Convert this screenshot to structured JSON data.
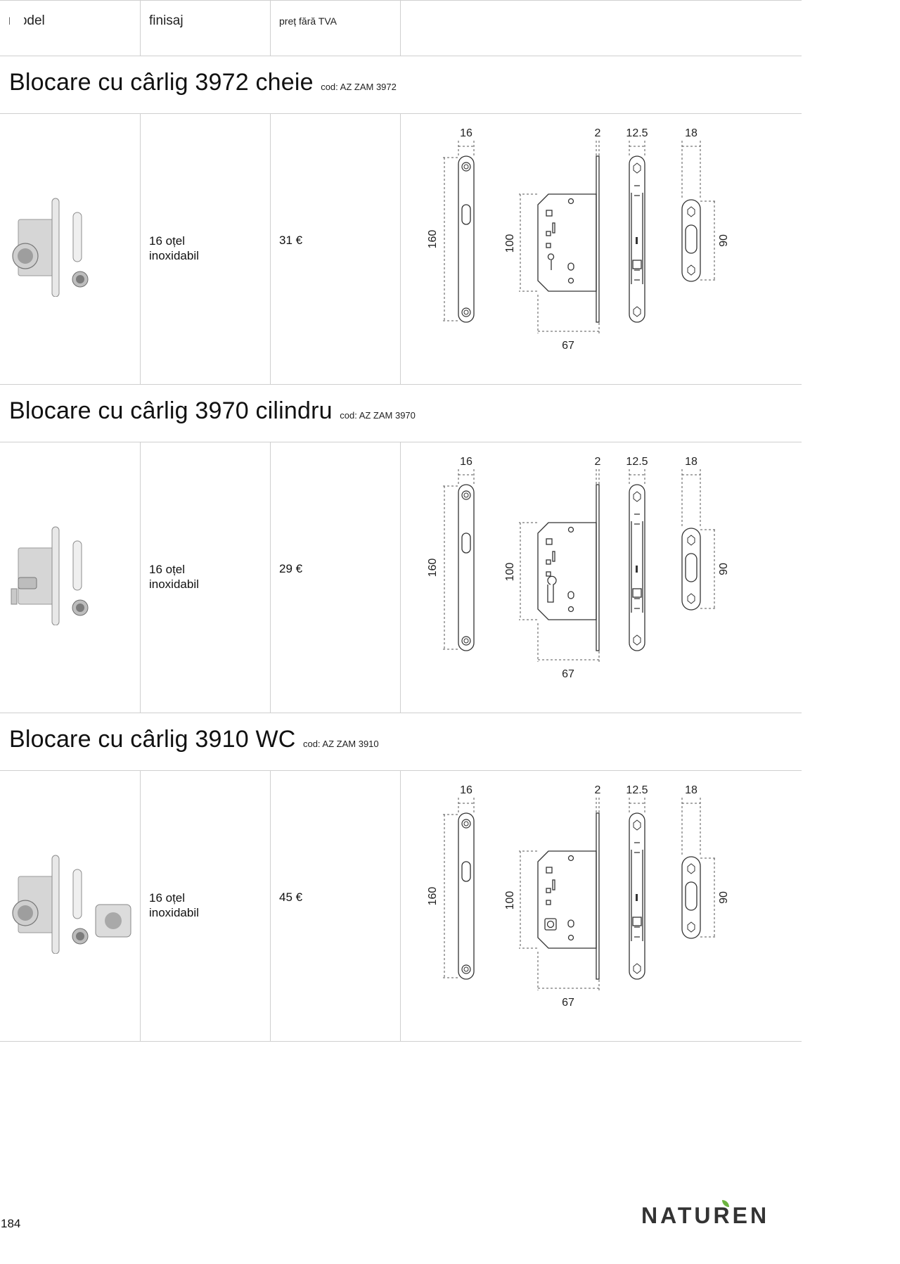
{
  "header": {
    "col_model": "model",
    "col_finish": "finisaj",
    "col_price": "preț fără TVA"
  },
  "products": [
    {
      "title": "Blocare cu cârlig 3972 cheie",
      "code": "cod: AZ ZAM 3972",
      "finish_line1": "16 oțel",
      "finish_line2": "inoxidabil",
      "price": "31 €",
      "variant": "key"
    },
    {
      "title": "Blocare cu cârlig 3970 cilindru",
      "code": "cod: AZ ZAM 3970",
      "finish_line1": "16 oțel",
      "finish_line2": "inoxidabil",
      "price": "29 €",
      "variant": "cylinder"
    },
    {
      "title": "Blocare cu cârlig 3910 WC",
      "code": "cod: AZ ZAM 3910",
      "finish_line1": "16 oțel",
      "finish_line2": "inoxidabil",
      "price": "45 €",
      "variant": "wc"
    }
  ],
  "dimensions": {
    "d16": "16",
    "d2": "2",
    "d12_5": "12.5",
    "d18": "18",
    "d160": "160",
    "d100": "100",
    "d90": "90",
    "d67": "67"
  },
  "footer": {
    "page_number": "184",
    "brand": "NATUREN"
  },
  "colors": {
    "line": "#cfcfcf",
    "brand_leaf": "#6cb33f"
  }
}
